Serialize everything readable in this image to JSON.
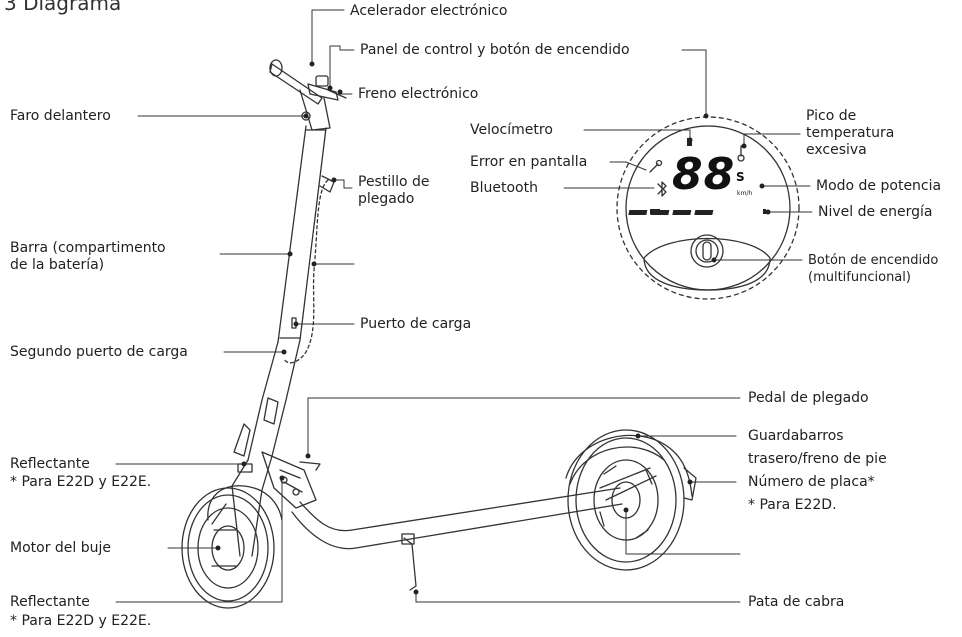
{
  "page": {
    "title": "3 Diagrama"
  },
  "labels": {
    "accelerator": "Acelerador electrónico",
    "control_panel": "Panel de control y botón de encendido",
    "e_brake": "Freno electrónico",
    "headlight": "Faro delantero",
    "folding_latch_1": "Pestillo de",
    "folding_latch_2": "plegado",
    "stem_1": "Barra (compartimento",
    "stem_2": "de la batería)",
    "charging_port": "Puerto de carga",
    "second_charging_port": "Segundo puerto de carga",
    "folding_pedal": "Pedal de plegado",
    "reflector_front_1": "Reflectante",
    "reflector_front_2": "* Para E22D y E22E.",
    "rear_fender_1": "Guardabarros",
    "rear_fender_2": "trasero/freno de pie",
    "plate_1": "Número de placa*",
    "plate_2": "* Para E22D.",
    "hub_motor": "Motor del buje",
    "reflector_bottom_1": "Reflectante",
    "reflector_bottom_2": "* Para E22D y E22E.",
    "kickstand": "Pata de cabra"
  },
  "display": {
    "speedometer": "Velocímetro",
    "error": "Error en pantalla",
    "bluetooth": "Bluetooth",
    "overheat_1": "Pico de",
    "overheat_2": "temperatura",
    "overheat_3": "excesiva",
    "power_mode": "Modo de potencia",
    "energy": "Nivel de energía",
    "power_button_1": "Botón de encendido",
    "power_button_2": "(multifuncional)",
    "speed_digits": "88",
    "speed_unit": "km/h",
    "mode_symbol": "S"
  },
  "colors": {
    "line": "#333333",
    "text": "#222222",
    "background": "#ffffff"
  }
}
